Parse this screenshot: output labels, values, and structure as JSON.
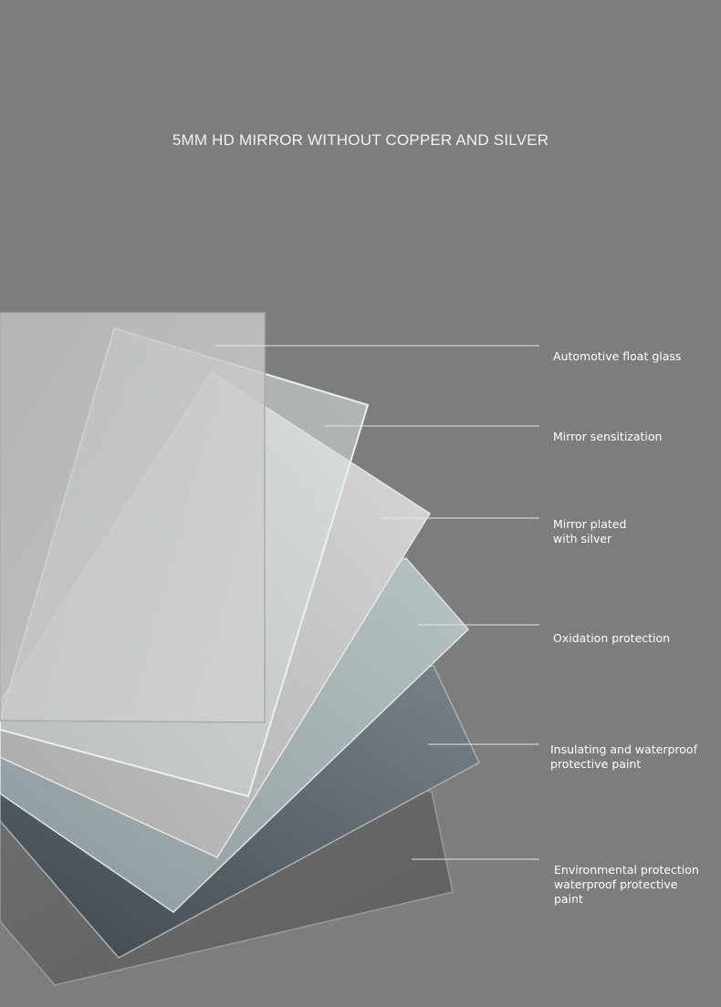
{
  "title": "5MM HD MIRROR WITHOUT COPPER AND SILVER",
  "colors": {
    "background": "#7d7d7d",
    "leader_line": "#e6e6e6",
    "label_text": "#ffffff"
  },
  "layers": [
    {
      "label": "Automotive float glass",
      "color": "#c9cbcc"
    },
    {
      "label": "Mirror sensitization",
      "color": "#d4dbdb"
    },
    {
      "label": "Mirror plated\nwith silver",
      "color": "#c8c8c8"
    },
    {
      "label": "Oxidation protection",
      "color": "#a9b3b6"
    },
    {
      "label": "Insulating and waterproof\n protective paint",
      "color": "#6c737a"
    },
    {
      "label": "Environmental protection\n waterproof protective\n paint",
      "color": "#676767"
    }
  ]
}
